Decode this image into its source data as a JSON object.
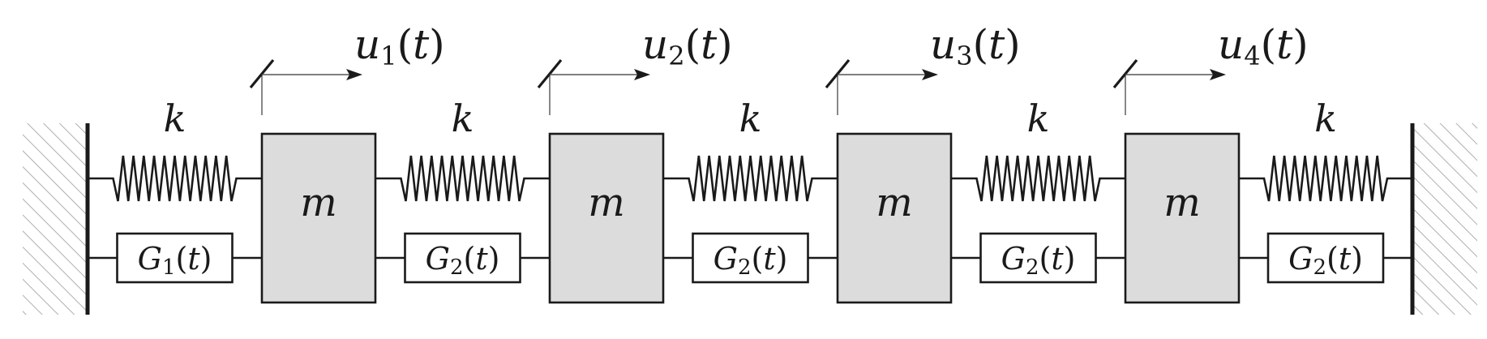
{
  "diagram": {
    "colors": {
      "line": "#1a1a1a",
      "mass_fill": "#dcdcdc",
      "hatch": "#9a9a9a",
      "background": "#ffffff"
    },
    "masses": [
      {
        "label": "m",
        "displacement": {
          "symbol": "u",
          "index": "1",
          "arg": "(t)"
        }
      },
      {
        "label": "m",
        "displacement": {
          "symbol": "u",
          "index": "2",
          "arg": "(t)"
        }
      },
      {
        "label": "m",
        "displacement": {
          "symbol": "u",
          "index": "3",
          "arg": "(t)"
        }
      },
      {
        "label": "m",
        "displacement": {
          "symbol": "u",
          "index": "4",
          "arg": "(t)"
        }
      }
    ],
    "springs": [
      {
        "label": "k"
      },
      {
        "label": "k"
      },
      {
        "label": "k"
      },
      {
        "label": "k"
      },
      {
        "label": "k"
      }
    ],
    "dampers": [
      {
        "symbol": "G",
        "index": "1",
        "arg": "(t)"
      },
      {
        "symbol": "G",
        "index": "2",
        "arg": "(t)"
      },
      {
        "symbol": "G",
        "index": "2",
        "arg": "(t)"
      },
      {
        "symbol": "G",
        "index": "2",
        "arg": "(t)"
      },
      {
        "symbol": "G",
        "index": "2",
        "arg": "(t)"
      }
    ],
    "walls": [
      "left",
      "right"
    ]
  }
}
